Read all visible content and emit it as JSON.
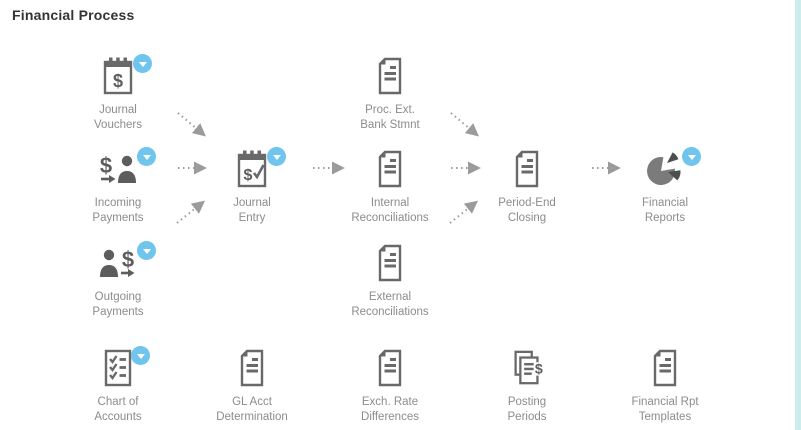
{
  "page": {
    "title": "Financial Process"
  },
  "colors": {
    "badge_blue": "#70c5ee",
    "icon_gray": "#696969",
    "icon_dark": "#5d5d5d",
    "label_gray": "#8c8c8c",
    "arrow_gray": "#9b9b9b",
    "panel_border": "#cdecec"
  },
  "nodes": [
    {
      "id": "journal-vouchers",
      "label": "Journal\nVouchers",
      "icon": "calendar-dollar",
      "badge": true
    },
    {
      "id": "proc-ext-bank-stmnt",
      "label": "Proc. Ext.\nBank Stmnt",
      "icon": "document",
      "badge": false
    },
    {
      "id": "incoming-payments",
      "label": "Incoming\nPayments",
      "icon": "incoming-payments",
      "badge": true
    },
    {
      "id": "journal-entry",
      "label": "Journal\nEntry",
      "icon": "calendar-dollar-check",
      "badge": true
    },
    {
      "id": "internal-reconciliations",
      "label": "Internal\nReconciliations",
      "icon": "document",
      "badge": false
    },
    {
      "id": "period-end-closing",
      "label": "Period-End\nClosing",
      "icon": "document",
      "badge": false
    },
    {
      "id": "financial-reports",
      "label": "Financial\nReports",
      "icon": "pie-chart",
      "badge": true
    },
    {
      "id": "outgoing-payments",
      "label": "Outgoing\nPayments",
      "icon": "outgoing-payments",
      "badge": true
    },
    {
      "id": "external-reconciliations",
      "label": "External\nReconciliations",
      "icon": "document",
      "badge": false
    },
    {
      "id": "chart-of-accounts",
      "label": "Chart of\nAccounts",
      "icon": "checklist",
      "badge": true
    },
    {
      "id": "gl-acct-determination",
      "label": "GL Acct\nDetermination",
      "icon": "document",
      "badge": false
    },
    {
      "id": "exch-rate-differences",
      "label": "Exch. Rate\nDifferences",
      "icon": "document",
      "badge": false
    },
    {
      "id": "posting-periods",
      "label": "Posting\nPeriods",
      "icon": "posting-periods",
      "badge": false
    },
    {
      "id": "financial-rpt-templates",
      "label": "Financial Rpt\nTemplates",
      "icon": "document",
      "badge": false
    }
  ],
  "connections": [
    {
      "from": "journal-vouchers",
      "to": "journal-entry"
    },
    {
      "from": "incoming-payments",
      "to": "journal-entry"
    },
    {
      "from": "outgoing-payments",
      "to": "journal-entry"
    },
    {
      "from": "journal-entry",
      "to": "internal-reconciliations"
    },
    {
      "from": "proc-ext-bank-stmnt",
      "to": "period-end-closing"
    },
    {
      "from": "internal-reconciliations",
      "to": "period-end-closing"
    },
    {
      "from": "external-reconciliations",
      "to": "period-end-closing"
    },
    {
      "from": "period-end-closing",
      "to": "financial-reports"
    }
  ]
}
